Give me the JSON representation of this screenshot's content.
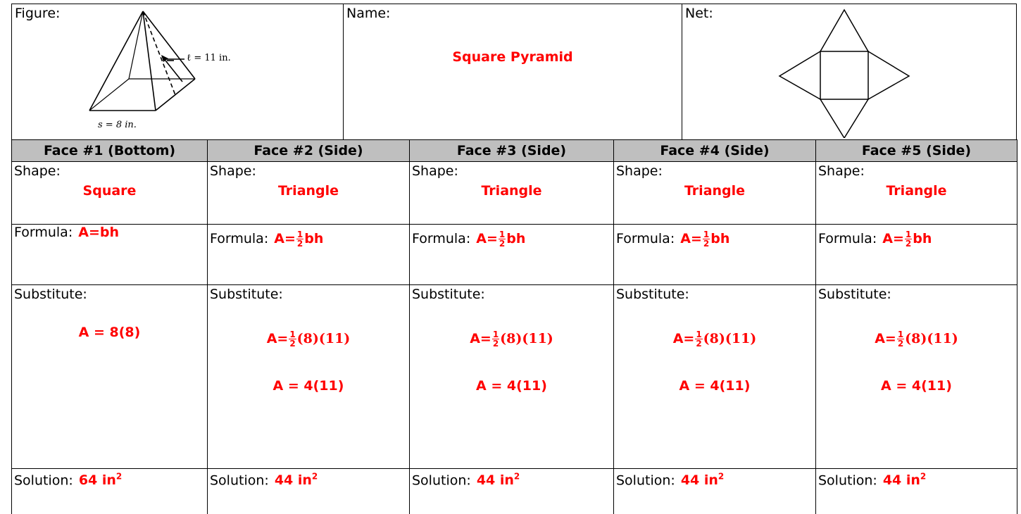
{
  "top": {
    "figure_label": "Figure:",
    "figure_l_label": "ℓ = 11 in.",
    "figure_s_label": "s = 8 in.",
    "name_label": "Name:",
    "name_value": "Square Pyramid",
    "net_label": "Net:"
  },
  "faces": [
    {
      "header": "Face #1 (Bottom)",
      "shape_label": "Shape:",
      "shape": "Square",
      "formula_label": "Formula:",
      "formula": "A=bh",
      "formula_frac": "",
      "substitute_label": "Substitute:",
      "sub_line1_prefix": "A = 8(8)",
      "sub_line1_frac": "",
      "sub_line1_math": "",
      "sub_line2": "",
      "solution_label": "Solution:",
      "solution_value": "64 in",
      "solution_exp": "2"
    },
    {
      "header": "Face #2 (Side)",
      "shape_label": "Shape:",
      "shape": "Triangle",
      "formula_label": "Formula:",
      "formula_prefix": "A=",
      "formula_num": "1",
      "formula_den": "2",
      "formula_suffix": "bh",
      "substitute_label": "Substitute:",
      "sub_prefix": "A=",
      "sub_num": "1",
      "sub_den": "2",
      "sub_math": "(8)(11)",
      "sub_line2": "A = 4(11)",
      "solution_label": "Solution:",
      "solution_value": "44 in",
      "solution_exp": "2"
    },
    {
      "header": "Face #3 (Side)",
      "shape_label": "Shape:",
      "shape": "Triangle",
      "formula_label": "Formula:",
      "formula_prefix": "A=",
      "formula_num": "1",
      "formula_den": "2",
      "formula_suffix": "bh",
      "substitute_label": "Substitute:",
      "sub_prefix": "A=",
      "sub_num": "1",
      "sub_den": "2",
      "sub_math": "(8)(11)",
      "sub_line2": "A = 4(11)",
      "solution_label": "Solution:",
      "solution_value": "44 in",
      "solution_exp": "2"
    },
    {
      "header": "Face #4 (Side)",
      "shape_label": "Shape:",
      "shape": "Triangle",
      "formula_label": "Formula:",
      "formula_prefix": "A=",
      "formula_num": "1",
      "formula_den": "2",
      "formula_suffix": "bh",
      "substitute_label": "Substitute:",
      "sub_prefix": "A=",
      "sub_num": "1",
      "sub_den": "2",
      "sub_math": "(8)(11)",
      "sub_line2": "A = 4(11)",
      "solution_label": "Solution:",
      "solution_value": "44 in",
      "solution_exp": "2"
    },
    {
      "header": "Face #5 (Side)",
      "shape_label": "Shape:",
      "shape": "Triangle",
      "formula_label": "Formula:",
      "formula_prefix": "A=",
      "formula_num": "1",
      "formula_den": "2",
      "formula_suffix": "bh",
      "substitute_label": "Substitute:",
      "sub_prefix": "A=",
      "sub_num": "1",
      "sub_den": "2",
      "sub_math": "(8)(11)",
      "sub_line2": "A = 4(11)",
      "solution_label": "Solution:",
      "solution_value": "44 in",
      "solution_exp": "2"
    }
  ],
  "colors": {
    "answer": "#ff0000",
    "header_bg": "#bfbfbf"
  }
}
